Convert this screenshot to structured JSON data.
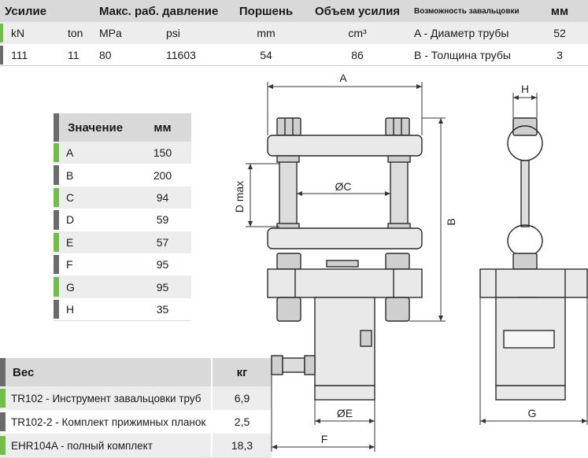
{
  "top_table": {
    "headers": {
      "force": "Усилие",
      "max_pressure": "Макс. раб. давление",
      "piston": "Поршень",
      "force_volume": "Объем усилия",
      "rolling": "Возможность завальцовки",
      "mm": "мм"
    },
    "units": [
      "kN",
      "ton",
      "MPa",
      "psi",
      "mm",
      "cm³"
    ],
    "values": [
      "111",
      "11",
      "80",
      "11603",
      "54",
      "86"
    ],
    "rolling_rows": [
      {
        "label": "A - Диаметр трубы",
        "value": "52"
      },
      {
        "label": "B - Толщина трубы",
        "value": "3"
      }
    ]
  },
  "dims_table": {
    "header_name": "Значение",
    "header_unit": "мм",
    "rows": [
      {
        "name": "A",
        "value": "150"
      },
      {
        "name": "B",
        "value": "200"
      },
      {
        "name": "C",
        "value": "94"
      },
      {
        "name": "D",
        "value": "59"
      },
      {
        "name": "E",
        "value": "57"
      },
      {
        "name": "F",
        "value": "95"
      },
      {
        "name": "G",
        "value": "95"
      },
      {
        "name": "H",
        "value": "35"
      }
    ]
  },
  "weight_table": {
    "header_name": "Вес",
    "header_unit": "кг",
    "rows": [
      {
        "name": "TR102 - Инструмент завальцовки труб",
        "value": "6,9"
      },
      {
        "name": "TR102-2 - Комплект прижимных планок",
        "value": "2,5"
      },
      {
        "name": "EHR104A - полный комплект",
        "value": "18,3"
      }
    ]
  },
  "drawing_labels": {
    "A": "A",
    "B": "B",
    "C": "ØC",
    "D": "D max",
    "E": "ØE",
    "F": "F",
    "G": "G",
    "H": "H"
  },
  "colors": {
    "accent_green": "#6fbf44",
    "accent_gray": "#6b6b6b",
    "header_gray": "#d9d9d9"
  }
}
